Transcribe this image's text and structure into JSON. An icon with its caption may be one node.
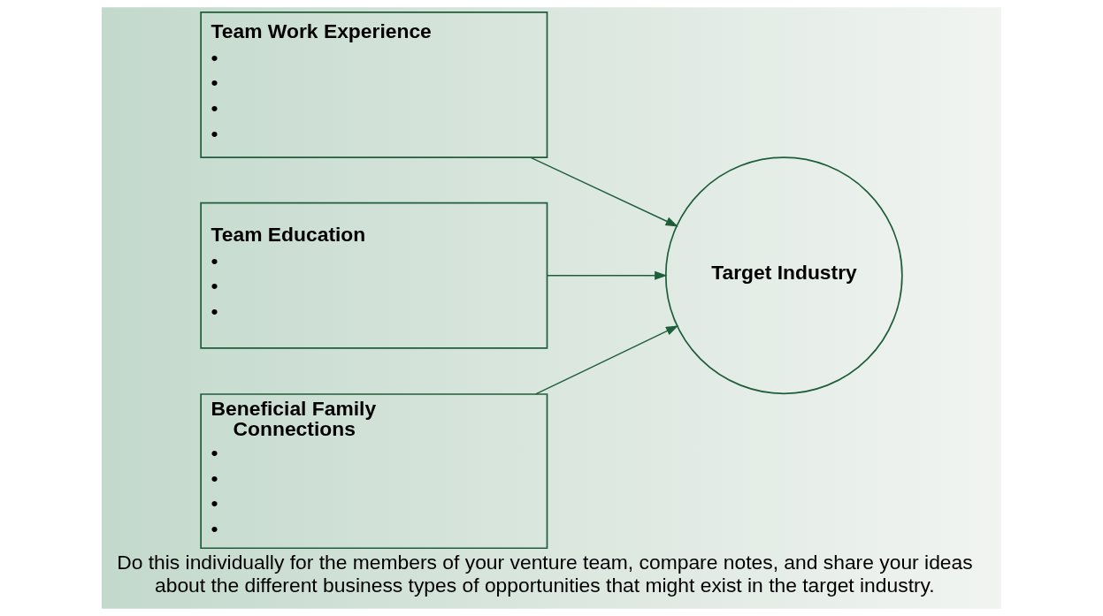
{
  "diagram": {
    "caption": "Do this individually for the members of your venture team, compare notes, and share your ideas about the different business types of opportunities that might exist in the target industry.",
    "nodes": [
      {
        "text": [
          "Team Work Experience",
          "•",
          "•",
          "•",
          "•"
        ]
      },
      {
        "text": [
          "Team Education",
          "•",
          "•",
          "•"
        ]
      },
      {
        "text": [
          "Beneficial Family Connections",
          "•",
          "•",
          "•",
          "•"
        ]
      },
      {
        "text": [
          "Target Industry"
        ]
      }
    ],
    "edges": [
      {
        "from": 0,
        "to": 3,
        "arrow": "to"
      },
      {
        "from": 1,
        "to": 3,
        "arrow": "to"
      },
      {
        "from": 2,
        "to": 3,
        "arrow": "to"
      }
    ]
  }
}
